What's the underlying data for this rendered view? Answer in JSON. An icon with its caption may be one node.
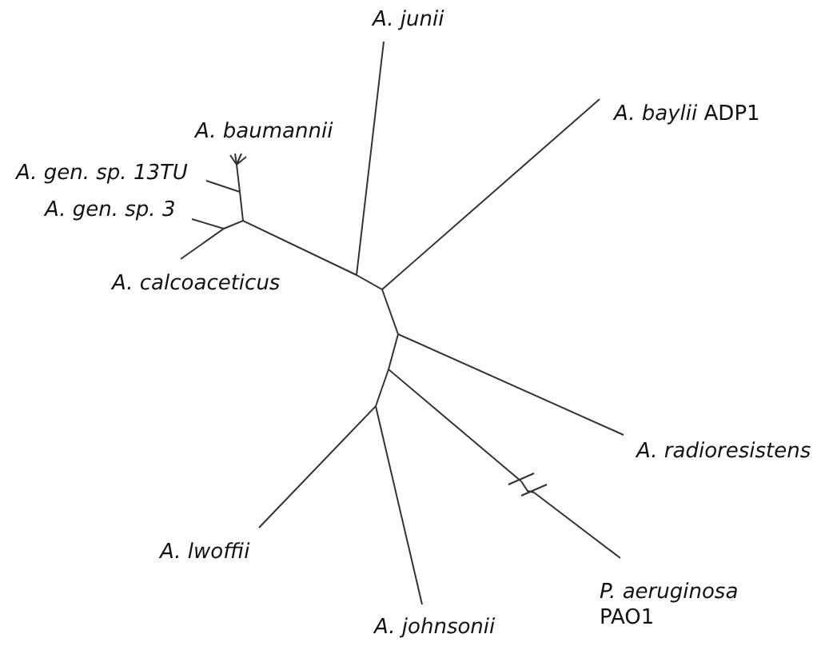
{
  "diagram": {
    "labels": [
      "A. junii",
      "A. baumannii",
      "*A. baylii* ADP1",
      "A. gen. sp. 13TU",
      "A. gen. sp. 3",
      "A. calcoaceticus",
      "*A. radioresistens*",
      "A. lwoffii",
      "A. johnsonii",
      "*P. aeruginosa* PAO1"
    ]
  }
}
